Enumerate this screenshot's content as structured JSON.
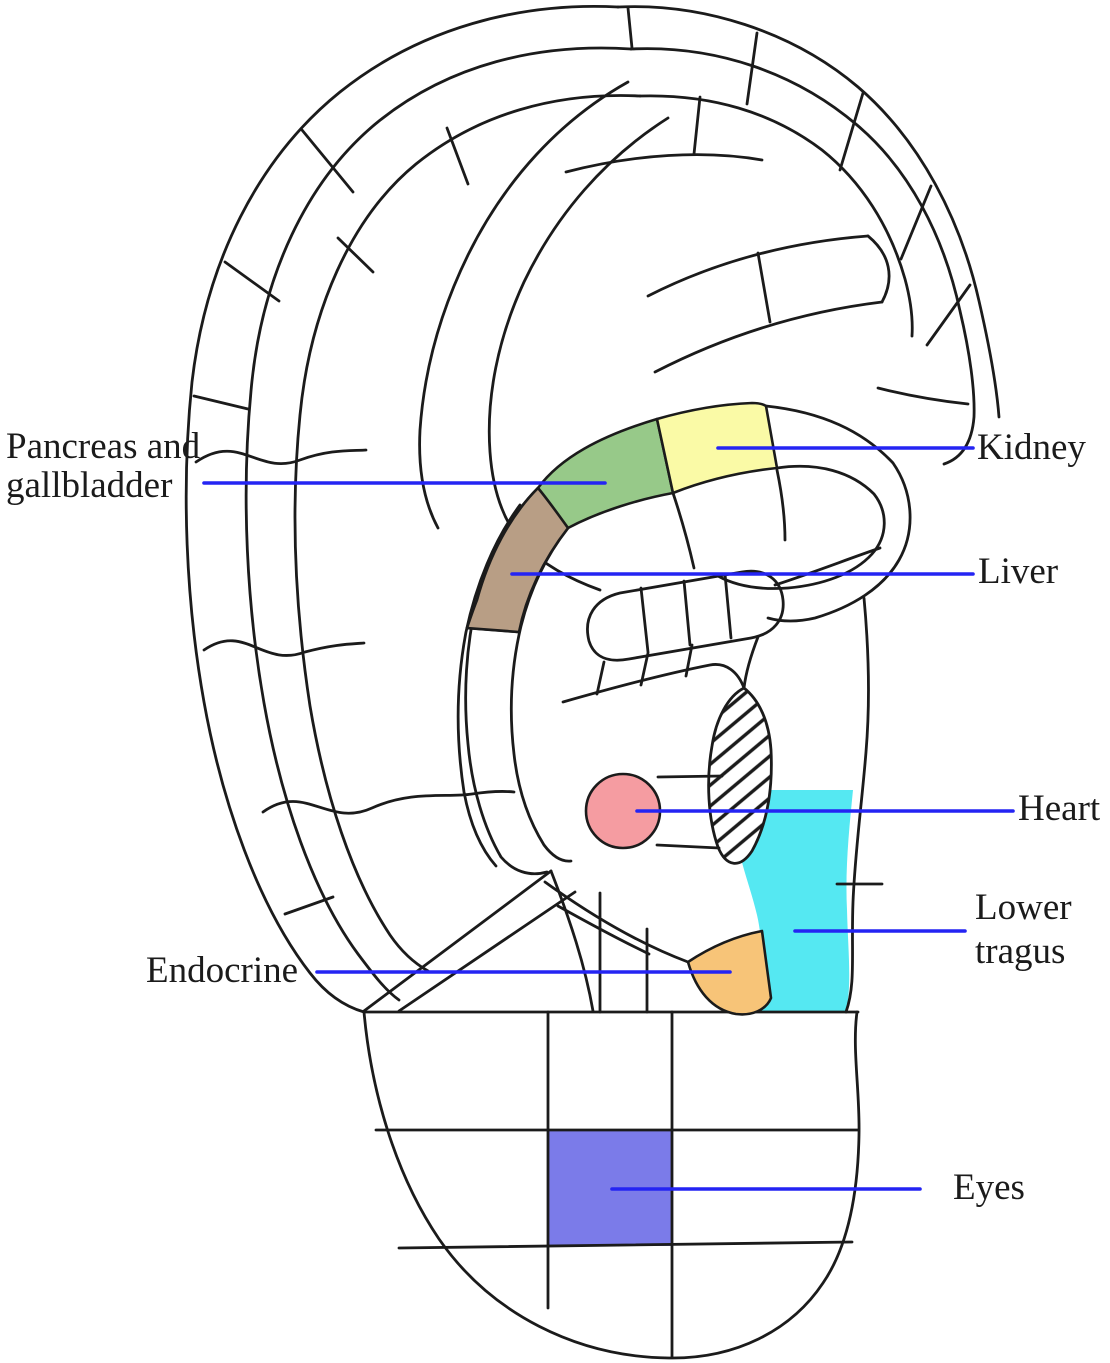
{
  "diagram": {
    "kind": "ear-reflexology-map",
    "background": "#FFFFFF",
    "line_color": "#1B1B1B",
    "leader_line_color": "#2424F3",
    "text_color": "#1B1B1B"
  },
  "labels": {
    "pancreas_gallbladder": {
      "line1": "Pancreas and",
      "line2": "gallbladder"
    },
    "kidney": "Kidney",
    "liver": "Liver",
    "heart": "Heart",
    "lower_tragus": {
      "line1": "Lower",
      "line2": "tragus"
    },
    "endocrine": "Endocrine",
    "eyes": "Eyes"
  },
  "regions": {
    "pancreas_gallbladder": {
      "name": "Pancreas and gallbladder",
      "color": "#97C989"
    },
    "kidney": {
      "name": "Kidney",
      "color": "#FAFAA6"
    },
    "liver": {
      "name": "Liver",
      "color": "#B89E85"
    },
    "heart": {
      "name": "Heart",
      "color": "#F59CA1"
    },
    "lower_tragus": {
      "name": "Lower tragus",
      "color": "#55E8F2"
    },
    "endocrine": {
      "name": "Endocrine",
      "color": "#F7C478"
    },
    "eyes": {
      "name": "Eyes",
      "color": "#7B7BE9"
    }
  }
}
